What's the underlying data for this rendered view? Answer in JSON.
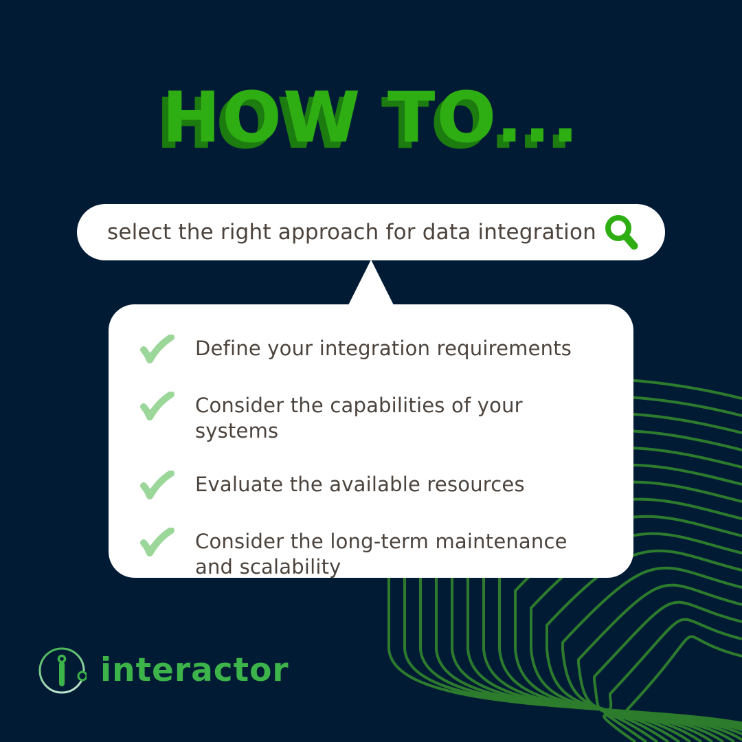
{
  "page": {
    "background": "#021B35"
  },
  "title": {
    "text": "HOW TO...",
    "color": "#2FAE13",
    "shadow_color": "#1C7C0F"
  },
  "search_bar": {
    "query": "select the right approach for data integration",
    "icon": "search-icon",
    "icon_color": "#2FAE13",
    "text_color": "#4C433D",
    "background": "#FFFFFF"
  },
  "checklist": {
    "background": "#FFFFFF",
    "check_color": "#9CD79A",
    "text_color": "#4C433D",
    "items": [
      {
        "label": "Define your integration requirements"
      },
      {
        "label": "Consider the capabilities of your systems"
      },
      {
        "label": "Evaluate the available resources"
      },
      {
        "label": "Consider the long-term maintenance and scalability"
      }
    ]
  },
  "brand": {
    "name": "interactor",
    "color": "#3CB44A"
  },
  "decor": {
    "wave_color": "#2D7C2D",
    "wave_count": 16
  }
}
